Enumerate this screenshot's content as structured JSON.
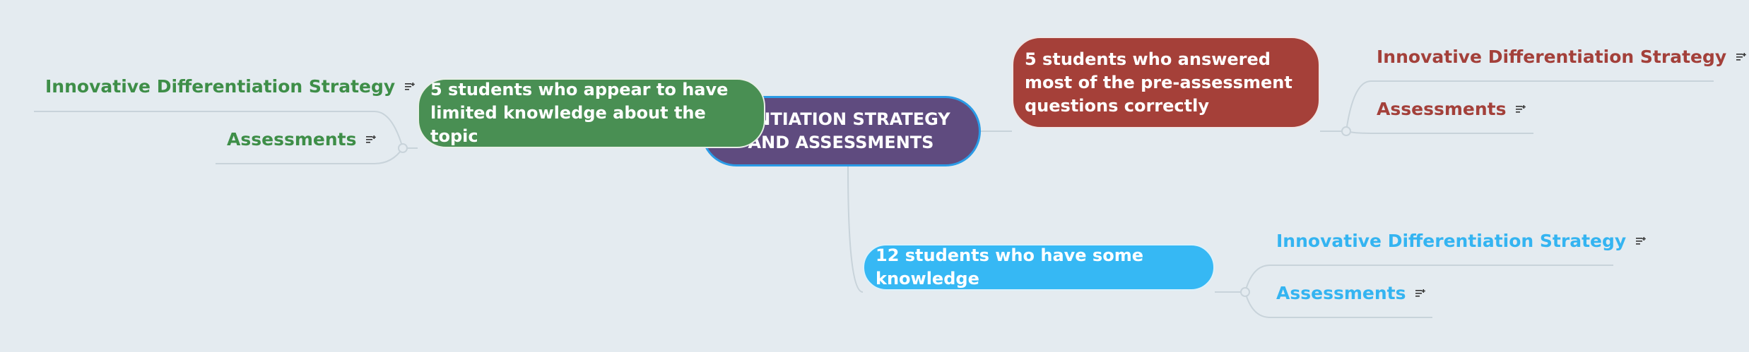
{
  "root": {
    "label": "RENTIATION STRATEGY\nAND ASSESSMENTS"
  },
  "branches": [
    {
      "label": "5 students who appear to have limited knowledge about the topic",
      "color": "#498f53",
      "children": [
        {
          "label": "Innovative Differentiation Strategy",
          "icon": "note-icon"
        },
        {
          "label": "Assessments",
          "icon": "note-icon"
        }
      ]
    },
    {
      "label": "5 students who answered most of the pre-assessment questions correctly",
      "color": "#a54039",
      "children": [
        {
          "label": "Innovative Differentiation Strategy",
          "icon": "note-icon"
        },
        {
          "label": "Assessments",
          "icon": "note-icon"
        }
      ]
    },
    {
      "label": "12 students who have some knowledge",
      "color": "#36b8f4",
      "children": [
        {
          "label": "Innovative Differentiation Strategy",
          "icon": "note-icon"
        },
        {
          "label": "Assessments",
          "icon": "note-icon"
        }
      ]
    }
  ]
}
